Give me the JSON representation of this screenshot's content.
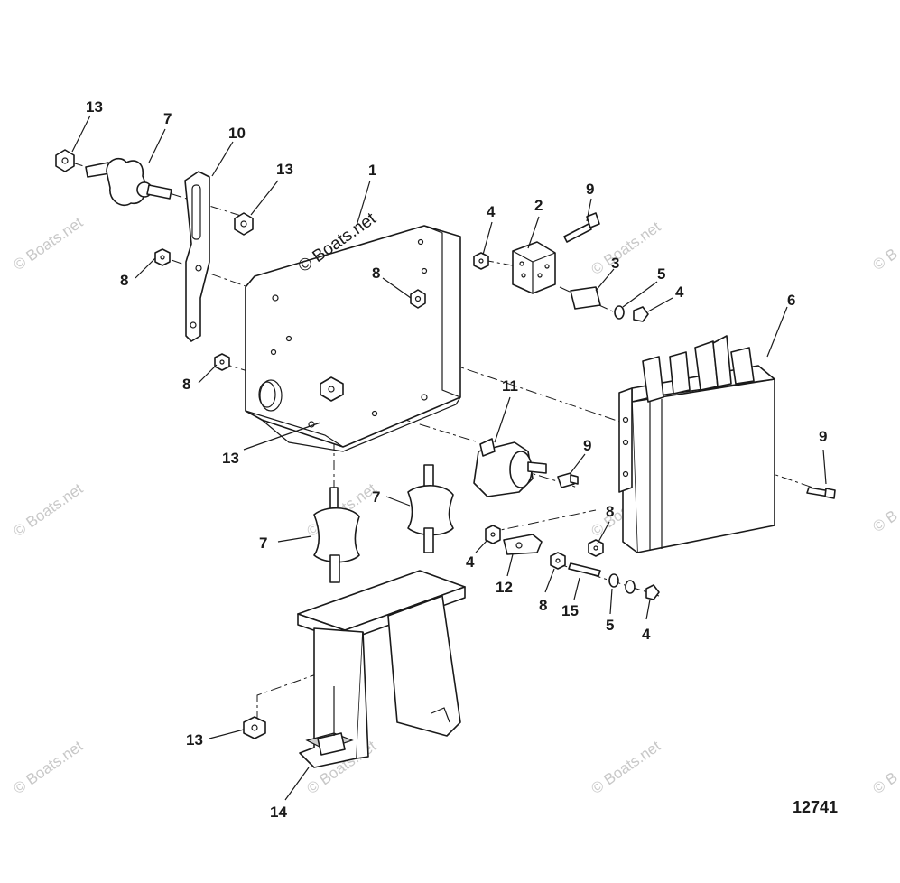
{
  "diagram": {
    "figure_number": "12741",
    "watermark_main": "© Boats.net",
    "watermark": "© Boats.net",
    "watermark_edge": "© B",
    "callouts": {
      "c13a": "13",
      "c7a": "7",
      "c10": "10",
      "c13b": "13",
      "c1": "1",
      "c8a": "8",
      "c8b": "8",
      "c8c": "8",
      "c13c": "13",
      "c4a": "4",
      "c2": "2",
      "c9a": "9",
      "c3": "3",
      "c5a": "5",
      "c4b": "4",
      "c6": "6",
      "c9b": "9",
      "c11": "11",
      "c9c": "9",
      "c7b": "7",
      "c7c": "7",
      "c4c": "4",
      "c12": "12",
      "c8d": "8",
      "c8e": "8",
      "c15": "15",
      "c5b": "5",
      "c4d": "4",
      "c13d": "13",
      "c14": "14"
    }
  }
}
